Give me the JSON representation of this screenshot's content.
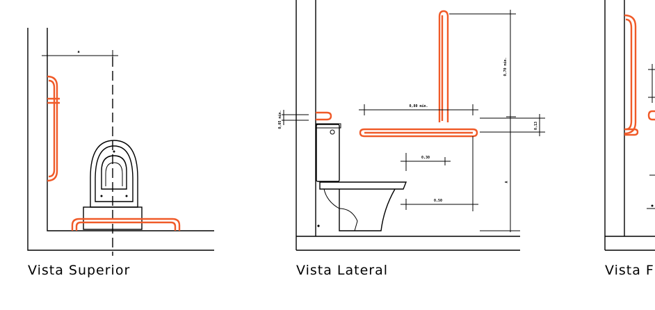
{
  "views": {
    "top": {
      "caption": "Vista Superior",
      "dim_width": "a"
    },
    "side": {
      "caption": "Vista Lateral",
      "dim_grab_bar_length": "0,80 mín.",
      "dim_vertical_bar_height": "0,70 mín.",
      "dim_offset_small": "0,13",
      "dim_offset_30": "0,30",
      "dim_offset_50": "0,50",
      "dim_bar_height": "A",
      "dim_tank_bar": "0,05 mín."
    },
    "front": {
      "caption": "Vista F"
    }
  },
  "colors": {
    "grab_bar": "#f05a28",
    "lines": "#000000"
  }
}
